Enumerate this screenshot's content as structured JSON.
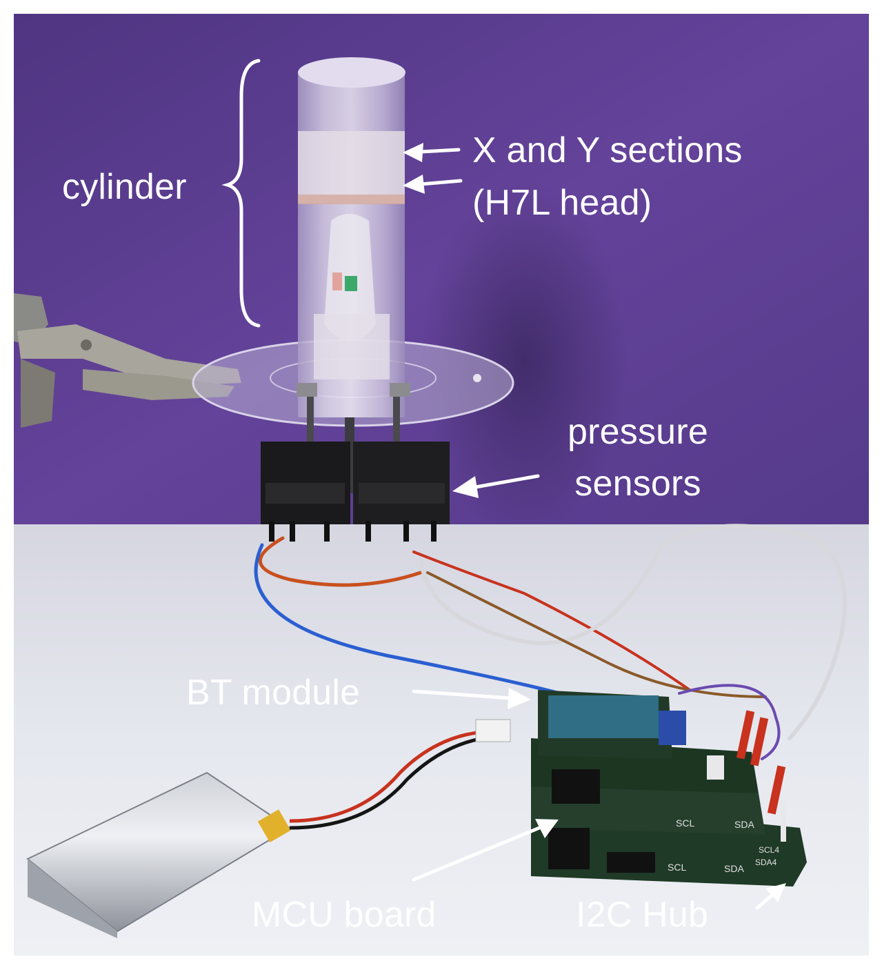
{
  "labels": {
    "cylinder": "cylinder",
    "sections_line1": "X and Y sections",
    "sections_line2": "(H7L head)",
    "pressure_line1": "pressure",
    "pressure_line2": "sensors",
    "bt_module": "BT module",
    "mcu_board": "MCU board",
    "i2c_hub": "I2C Hub"
  },
  "board_silkscreen": [
    "SCL",
    "SDA",
    "SCL",
    "SDA",
    "SDA4",
    "SCL4"
  ],
  "colors": {
    "backdrop_purple": "#5e3f90",
    "table_white": "#e4e6ee",
    "label_text": "#ffffff",
    "pcb_green": "#1f3a26",
    "sensor_black": "#1a1a1c",
    "battery_silver": "#b8bcc4",
    "wire_red": "#c8321e",
    "wire_blue": "#2b5fd1",
    "wire_white": "#d8d8dc"
  }
}
